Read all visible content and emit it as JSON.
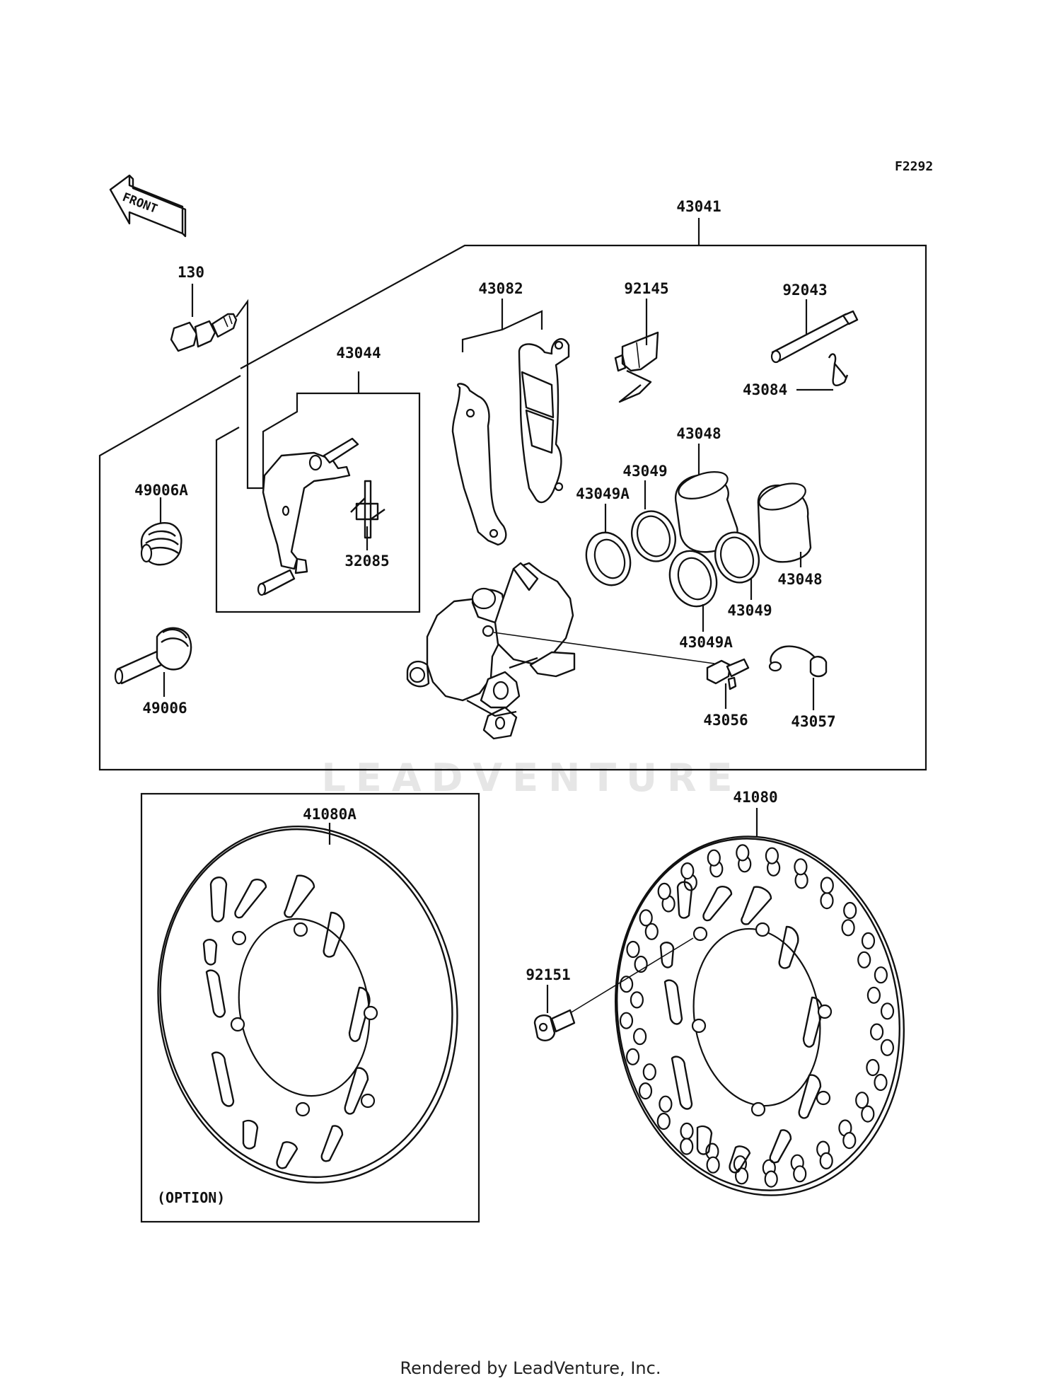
{
  "figure_code": "F2292",
  "front_arrow_label": "FRONT",
  "watermark": "LEADVENTURE",
  "option_note": "(OPTION)",
  "footer": "Rendered by LeadVenture, Inc.",
  "labels": {
    "p43041": "43041",
    "p130": "130",
    "p43082": "43082",
    "p92145": "92145",
    "p92043": "92043",
    "p43084": "43084",
    "p43044": "43044",
    "p49006A": "49006A",
    "p32085": "32085",
    "p43048a": "43048",
    "p43049a": "43049",
    "p43049Aa": "43049A",
    "p43048b": "43048",
    "p43049b": "43049",
    "p43049Ab": "43049A",
    "p49006": "49006",
    "p43056": "43056",
    "p43057": "43057",
    "p41080A": "41080A",
    "p41080": "41080",
    "p92151": "92151"
  }
}
